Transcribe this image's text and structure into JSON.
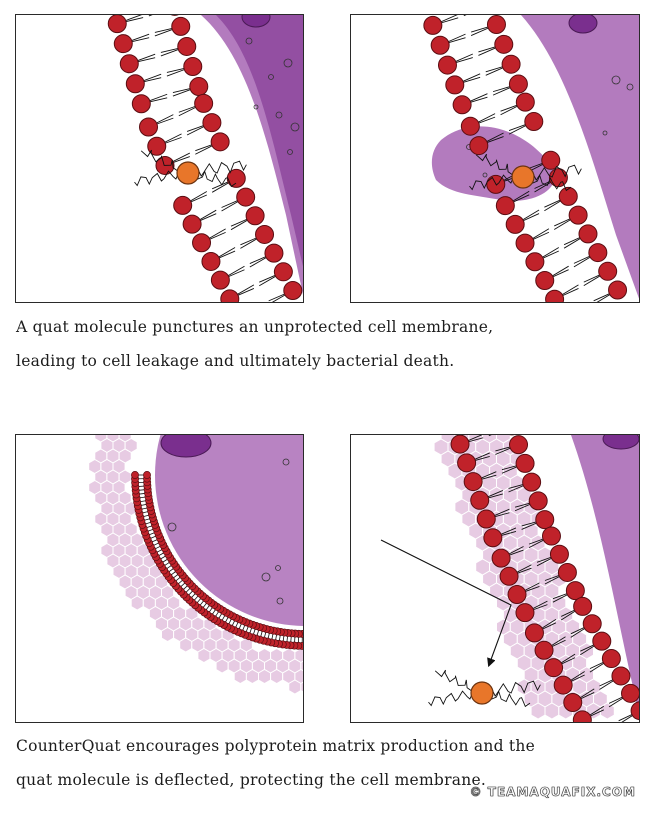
{
  "captions": {
    "top_line1": "A quat molecule punctures an unprotected cell membrane,",
    "top_line2": "leading to cell leakage and ultimately bacterial death.",
    "bottom_line1": "CounterQuat encourages polyprotein matrix production and the",
    "bottom_line2": "quat molecule is deflected, protecting the cell membrane."
  },
  "watermark": "© TEAMAQUAFIX.COM",
  "colors": {
    "lipid_head": "#c0222a",
    "quat_molecule": "#e8762a",
    "cytoplasm": "#9a4fa8",
    "matrix": "#e7cbe3"
  },
  "icons": {
    "watermark_symbol": "copyright-icon"
  }
}
